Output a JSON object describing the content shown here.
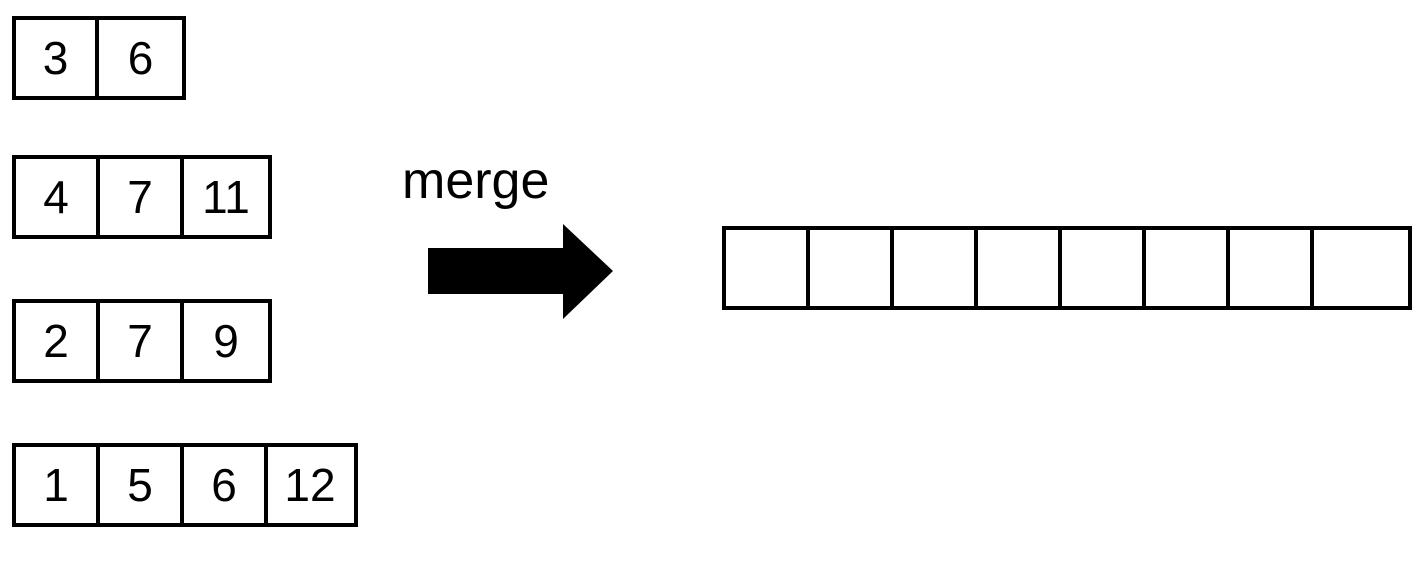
{
  "input_arrays": [
    [
      "3",
      "6"
    ],
    [
      "4",
      "7",
      "11"
    ],
    [
      "2",
      "7",
      "9"
    ],
    [
      "1",
      "5",
      "6",
      "12"
    ]
  ],
  "merge_label": "merge",
  "output_array": [
    "",
    "",
    "",
    "",
    "",
    "",
    "",
    ""
  ],
  "icons": {
    "merge_arrow": "right-arrow-icon"
  },
  "colors": {
    "stroke": "#000000",
    "fill": "#ffffff"
  }
}
